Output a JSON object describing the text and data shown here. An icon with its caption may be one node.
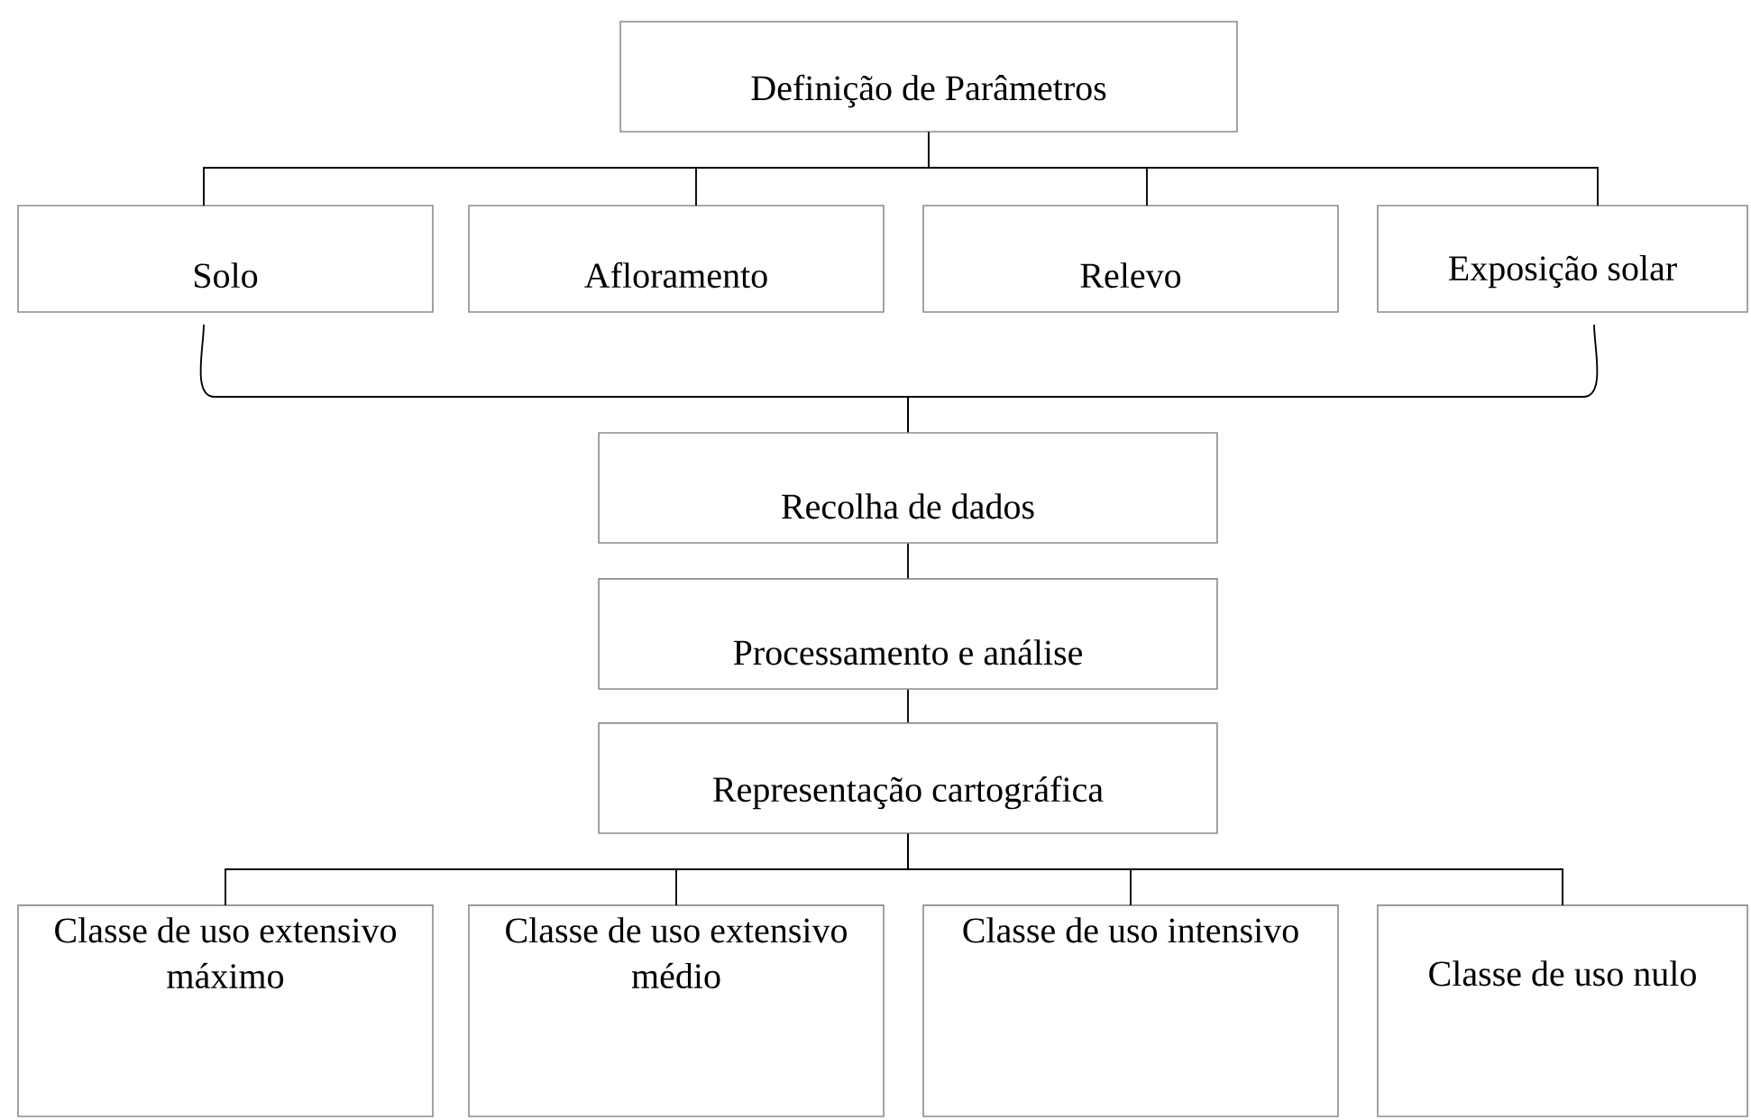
{
  "diagram": {
    "nodes": [
      {
        "text": [
          "Definição de Parâmetros"
        ]
      },
      {
        "text": [
          "Solo"
        ]
      },
      {
        "text": [
          "Afloramento"
        ]
      },
      {
        "text": [
          "Relevo"
        ]
      },
      {
        "text": [
          "Exposição solar"
        ]
      },
      {
        "text": [
          "Recolha de dados"
        ]
      },
      {
        "text": [
          "Processamento e análise"
        ]
      },
      {
        "text": [
          "Representação cartográfica"
        ]
      },
      {
        "text": [
          "Classe de uso extensivo máximo"
        ]
      },
      {
        "text": [
          "Classe de uso extensivo médio"
        ]
      },
      {
        "text": [
          "Classe de uso intensivo"
        ]
      },
      {
        "text": [
          "Classe de uso nulo"
        ]
      }
    ],
    "edges": [
      {
        "from": 0,
        "to": 1,
        "arrow": "none"
      },
      {
        "from": 0,
        "to": 2,
        "arrow": "none"
      },
      {
        "from": 0,
        "to": 3,
        "arrow": "none"
      },
      {
        "from": 0,
        "to": 4,
        "arrow": "none"
      },
      {
        "from": 1,
        "to": 5,
        "arrow": "none"
      },
      {
        "from": 4,
        "to": 5,
        "arrow": "none"
      },
      {
        "from": 5,
        "to": 6,
        "arrow": "none"
      },
      {
        "from": 6,
        "to": 7,
        "arrow": "none"
      },
      {
        "from": 7,
        "to": 8,
        "arrow": "none"
      },
      {
        "from": 7,
        "to": 9,
        "arrow": "none"
      },
      {
        "from": 7,
        "to": 10,
        "arrow": "none"
      },
      {
        "from": 7,
        "to": 11,
        "arrow": "none"
      }
    ]
  }
}
